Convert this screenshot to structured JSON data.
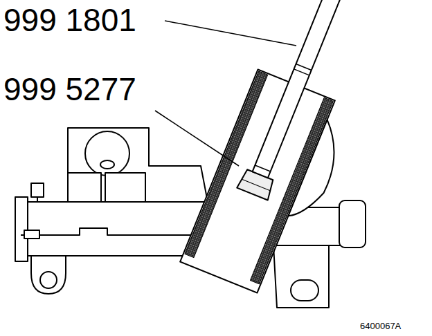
{
  "diagram": {
    "labels": [
      "999 1801",
      "999 5277",
      "6400067A"
    ]
  }
}
